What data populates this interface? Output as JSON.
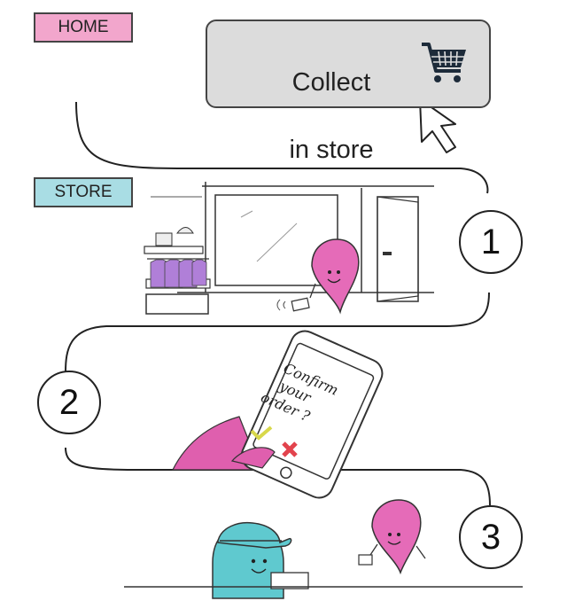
{
  "home_label": "HOME",
  "store_label": "STORE",
  "collect_button": {
    "line1": "Collect",
    "line2": "in store"
  },
  "steps": [
    "1",
    "2",
    "3"
  ],
  "phone": {
    "line1": "Confirm",
    "line2": "your",
    "line3": "order ?"
  },
  "colors": {
    "home_tag": "#f2a6cc",
    "store_tag": "#a9dde4",
    "button_bg": "#dcdcdc",
    "pin": "#e56bb8",
    "shirt": "#b07fd8",
    "hand": "#df5fae",
    "clerk": "#5fc9cf",
    "check": "#d8d84a",
    "cross": "#e2434d"
  },
  "icons": [
    "cart-icon",
    "cursor-icon"
  ]
}
